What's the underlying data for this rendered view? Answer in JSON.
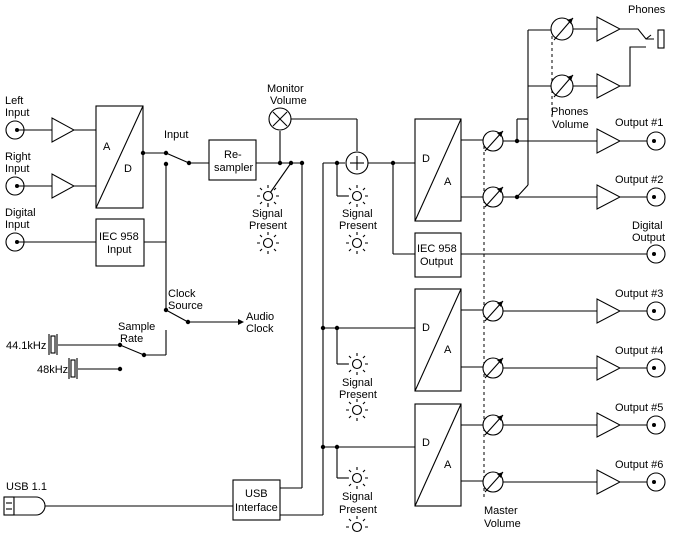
{
  "inputs": {
    "left": [
      "Left",
      "Input"
    ],
    "right": [
      "Right",
      "Input"
    ],
    "digital": [
      "Digital",
      "Input"
    ],
    "usb": "USB 1.1"
  },
  "blocks": {
    "ad_a": "A",
    "ad_d": "D",
    "iec_in": [
      "IEC 958",
      "Input"
    ],
    "resampler": [
      "Re-",
      "sampler"
    ],
    "usb_interface": [
      "USB",
      "Interface"
    ],
    "iec_out": [
      "IEC 958",
      "Output"
    ],
    "da_d": "D",
    "da_a": "A"
  },
  "labels": {
    "input_switch": "Input",
    "monitor_volume": [
      "Monitor",
      "Volume"
    ],
    "signal_present": [
      "Signal",
      "Present"
    ],
    "clock_source": [
      "Clock",
      "Source"
    ],
    "audio_clock": [
      "Audio",
      "Clock"
    ],
    "sample_rate": [
      "Sample",
      "Rate"
    ],
    "rate_44": "44.1kHz",
    "rate_48": "48kHz",
    "phones": "Phones",
    "phones_volume": [
      "Phones",
      "Volume"
    ],
    "master_volume": [
      "Master",
      "Volume"
    ]
  },
  "outputs": {
    "out1": "Output  #1",
    "out2": "Output  #2",
    "digital": [
      "Digital",
      "Output"
    ],
    "out3": "Output  #3",
    "out4": "Output  #4",
    "out5": "Output  #5",
    "out6": "Output  #6"
  }
}
